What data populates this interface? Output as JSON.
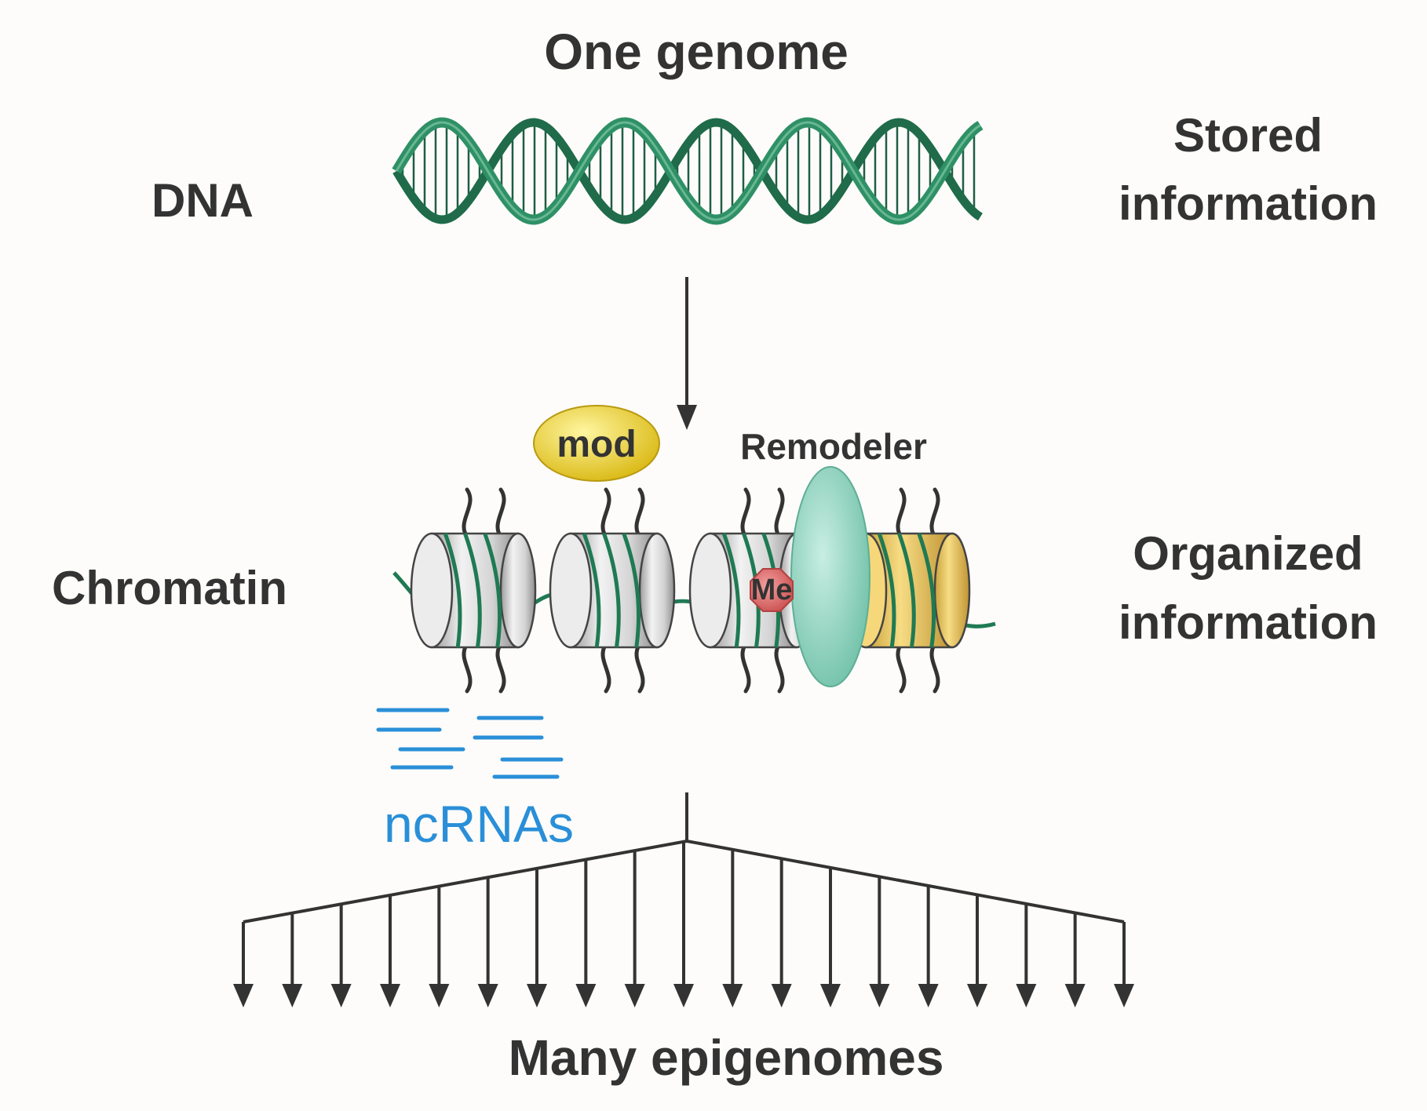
{
  "title": "One genome",
  "footer": "Many epigenomes",
  "labels": {
    "dna": "DNA",
    "stored_line1": "Stored",
    "stored_line2": "information",
    "chromatin": "Chromatin",
    "organized_line1": "Organized",
    "organized_line2": "information",
    "mod": "mod",
    "remodeler": "Remodeler",
    "me": "Me",
    "ncrnas": "ncRNAs"
  },
  "colors": {
    "text": "#333333",
    "dna_strand": "#2e8b63",
    "dna_rung": "#1f5e44",
    "nucleosome": "#d8d8d8",
    "variant_nucleosome": "#f0c75a",
    "mod": "#f2d43a",
    "remodeler": "#8fd3bf",
    "methyl": "#e07070",
    "ncrna": "#2a8fd8",
    "tail": "#333333"
  },
  "fanout_arrow_count": 19
}
